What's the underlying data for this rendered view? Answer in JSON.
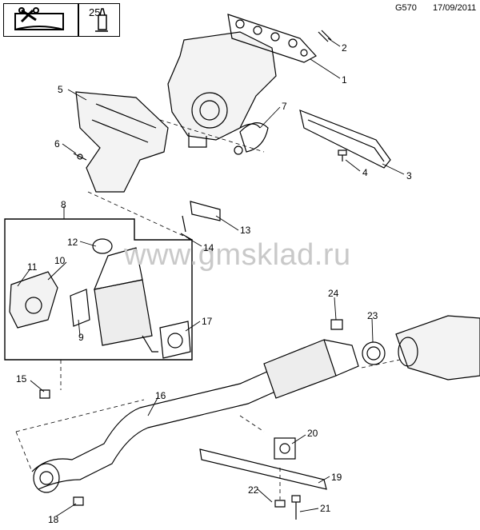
{
  "header": {
    "icon_box_number": "25",
    "diagram_code": "G570",
    "date": "17/09/2011"
  },
  "watermark": "www.gmsklad.ru",
  "callouts": {
    "c1": "1",
    "c2": "2",
    "c3": "3",
    "c4": "4",
    "c5": "5",
    "c6": "6",
    "c7": "7",
    "c8": "8",
    "c9": "9",
    "c10": "10",
    "c11": "11",
    "c12": "12",
    "c13": "13",
    "c14": "14",
    "c15": "15",
    "c16": "16",
    "c17": "17",
    "c18": "18",
    "c19": "19",
    "c20": "20",
    "c21": "21",
    "c22": "22",
    "c23": "23",
    "c24": "24"
  },
  "icons": [
    "service-manual-icon",
    "sealant-tube-icon"
  ]
}
